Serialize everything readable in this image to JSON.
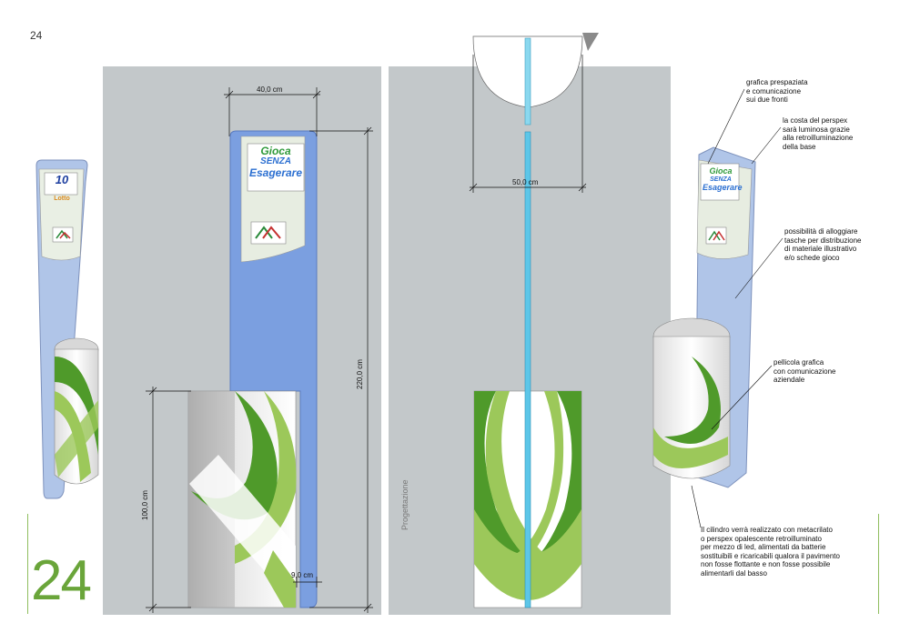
{
  "page": {
    "number_top": "24",
    "number_big": "24",
    "side_label": "Progettazione"
  },
  "logos": {
    "lotto_number": "10",
    "lotto_word": "Lotto",
    "gioca_line1": "Gioca",
    "gioca_line2": "SENZA",
    "gioca_line3": "Esagerare"
  },
  "dimensions": {
    "width_top": "40,0 cm",
    "height_total": "220,0 cm",
    "height_base": "100,0 cm",
    "thickness": "9,0 cm",
    "diameter": "50,0 cm"
  },
  "annotations": {
    "note1": [
      "grafica prespaziata",
      "e comunicazione",
      "sui due fronti"
    ],
    "note2": [
      "la costa del perspex",
      "sarà luminosa grazie",
      "alla retroilluminazione",
      "della base"
    ],
    "note3": [
      "possibilità di alloggiare",
      "tasche per distribuzione",
      "di materiale illustrativo",
      "e/o schede gioco"
    ],
    "note4": [
      "pellicola grafica",
      "con comunicazione",
      "aziendale"
    ],
    "note5": [
      "Il cilindro verrà realizzato con metacrilato",
      "o perspex opalescente retroilluminato",
      "per mezzo di led, alimentati da batterie",
      "sostituibili e ricaricabili qualora il pavimento",
      "non fosse flottante e non fosse possibile",
      "alimentarli dal basso"
    ]
  },
  "colors": {
    "panel": "#c3c8ca",
    "totem_blue": "#7b9fe0",
    "green_dark": "#4f9a2a",
    "green_light": "#9cc85a",
    "accent_green": "#6aa53a"
  }
}
